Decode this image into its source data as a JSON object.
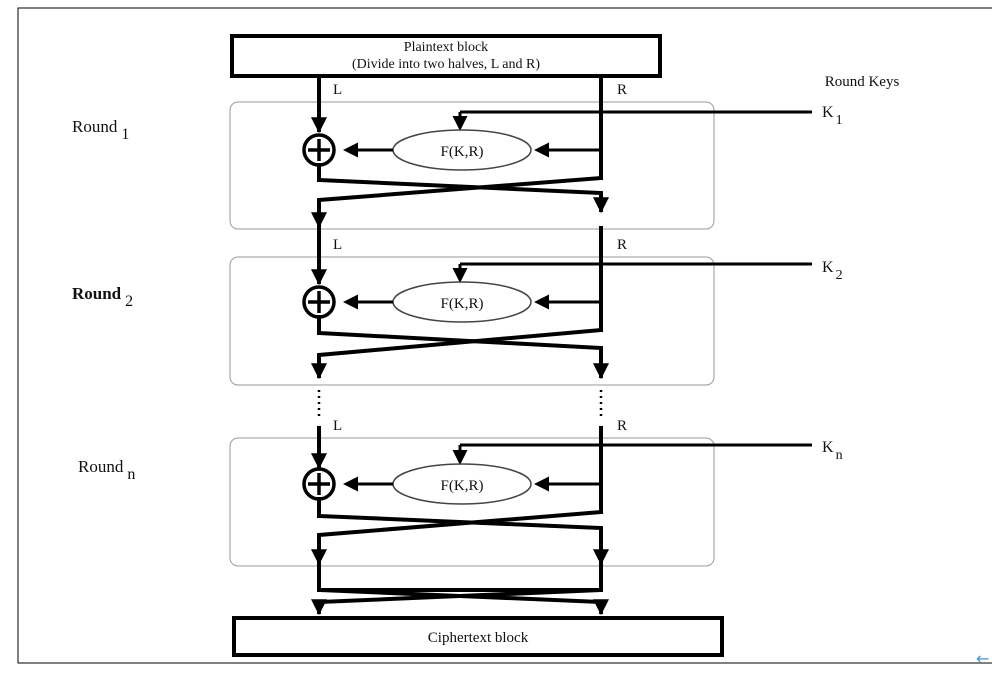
{
  "diagram": {
    "plaintext": {
      "line1": "Plaintext block",
      "line2": "(Divide into two halves, L and R)"
    },
    "ciphertext": "Ciphertext block",
    "round_keys_label": "Round Keys",
    "function_label": "F(K,R)",
    "left_label": "L",
    "right_label": "R",
    "rounds": [
      {
        "name": "Round",
        "sub": "1",
        "key": "K",
        "key_sub": "1"
      },
      {
        "name": "Round",
        "sub": "2",
        "key": "K",
        "key_sub": "2"
      },
      {
        "name": "Round",
        "sub": "n",
        "key": "K",
        "key_sub": "n"
      }
    ]
  },
  "corner_glyph": "←",
  "colors": {
    "stroke": "#000000",
    "round_border": "#9a9a9a",
    "corner_glyph": "#4a90d9"
  }
}
